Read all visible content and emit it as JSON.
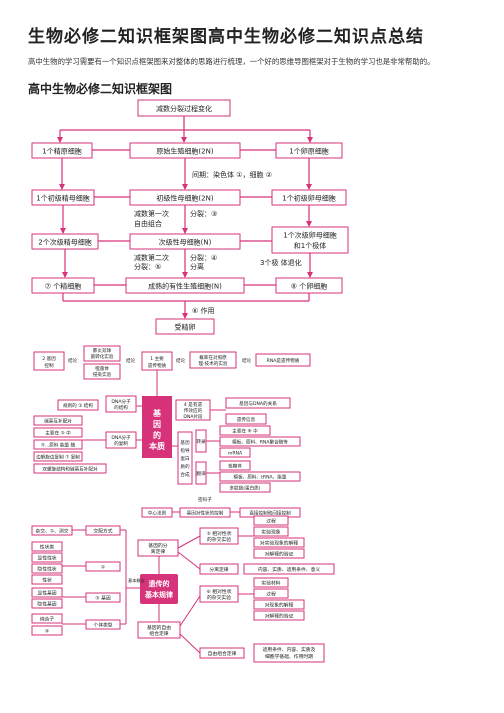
{
  "page": {
    "title": "生物必修二知识框架图高中生物必修二知识点总结",
    "intro": "高中生物的学习需要有一个知识点框架图来对整体的思路进行梳理，一个好的思维导图框架对于生物的学习也是非常帮助的。",
    "section_heading": "高中生物必修二知识框架图"
  },
  "colors": {
    "pink": "#d6337a",
    "light_pink": "#f7dbe8",
    "white": "#ffffff"
  },
  "m1": {
    "top": "减数分裂过程变化",
    "r1": [
      "1个精原细胞",
      "原始生殖细胞(2N)",
      "1个卵原细胞"
    ],
    "note1": "间期：染色体 ①，细胞 ②",
    "r2": [
      "1个初级精母细胞",
      "初级性母细胞(2N)",
      "1个初级卵母细胞"
    ],
    "note2a": "减数第一次",
    "note2b": "自由组合",
    "note2c": "分裂：③",
    "r3": [
      "2个次级精母细胞",
      "次级性母细胞(N)",
      "1个次级卵母细胞",
      "和1个极体"
    ],
    "note3a": "减数第二次",
    "note3b": "分裂：⑤",
    "note3c": "分裂：④",
    "note3d": "分离",
    "note3e": "3个极 体退化",
    "r4": [
      "⑦ 个精细胞",
      "成熟的有性生殖细胞(N)",
      "⑧ 个卵细胞"
    ],
    "note4": "⑥ 作用",
    "bottom": "受精卵"
  },
  "m2": {
    "left1": "2 基因",
    "left2": "控制",
    "a1": "肺炎双球",
    "a2": "菌转化实验",
    "a3": "噬菌体",
    "a4": "侵染实验",
    "conn": "结论",
    "b1": "1 主要",
    "b2": "遗传物质",
    "c1": "概率在对照原",
    "c2": "理·技术的实验",
    "d1": "RNA是遗传物质",
    "center": "基因的本质",
    "e1": "4 是有遗",
    "e2": "传效应的",
    "e3": "DNA片段",
    "f1": "基因与DNA的关系",
    "f2": "遗传信息",
    "g1": "DNA分子",
    "g2": "的结构",
    "h1": "规则的 ② 结构",
    "i1": "DNA分子",
    "i2": "的复制",
    "j1": "碱基互补配对",
    "j2": "主要在 ③ 中",
    "j3": "③...原料 能量 酶",
    "j4": "边解旋边复制 ⑦ 复制",
    "j5": "双螺旋结构和碱基互补配对",
    "k1": "基因",
    "k2": "指导",
    "k3": "蛋白",
    "k4": "质的",
    "k5": "合成",
    "l1": "转录",
    "l2": "翻译",
    "m1a": "主要在 ⑧ 中",
    "m1b": "模板、原料、RNA聚合酶等",
    "m1c": "mRNA",
    "n1": "核糖体",
    "n2": "模板、原料、tRNA、能量",
    "n3": "多肽链(蛋白质)",
    "o1": "密码子",
    "o2": "中心法则",
    "o3": "基因对性状的控制",
    "o4": "直接控制和间接控制"
  },
  "m3": {
    "center": "遗传的基本规律",
    "a1": "基因的分",
    "a2": "离定律",
    "b1": "⑤ 相对性状",
    "b2": "的杂交实验",
    "c": [
      "过程",
      "实验现象",
      "对实验现象的解释",
      "对解释的验证"
    ],
    "d": "分离定律",
    "d2": "内容、实质、适用条件、意义",
    "e1": "基因的自由",
    "e2": "组合定律",
    "f1": "⑥ 相对性状",
    "f2": "的杂交实验",
    "g": [
      "实验材料",
      "过程",
      "对现象的解释",
      "对解释的验证"
    ],
    "h": "自由组合定律",
    "h2": [
      "适用条件、内容、实质及",
      "细胞学基础、作用时期"
    ],
    "left": [
      "杂交、①、测交",
      "性状类",
      "显性性状",
      "隐性性状",
      "性状",
      "显性基因",
      "隐性基因",
      "纯合子",
      "④"
    ],
    "mid": [
      "交配方式",
      "②",
      "③ 基因",
      "个体类型"
    ],
    "mid_label": "基本概念"
  }
}
